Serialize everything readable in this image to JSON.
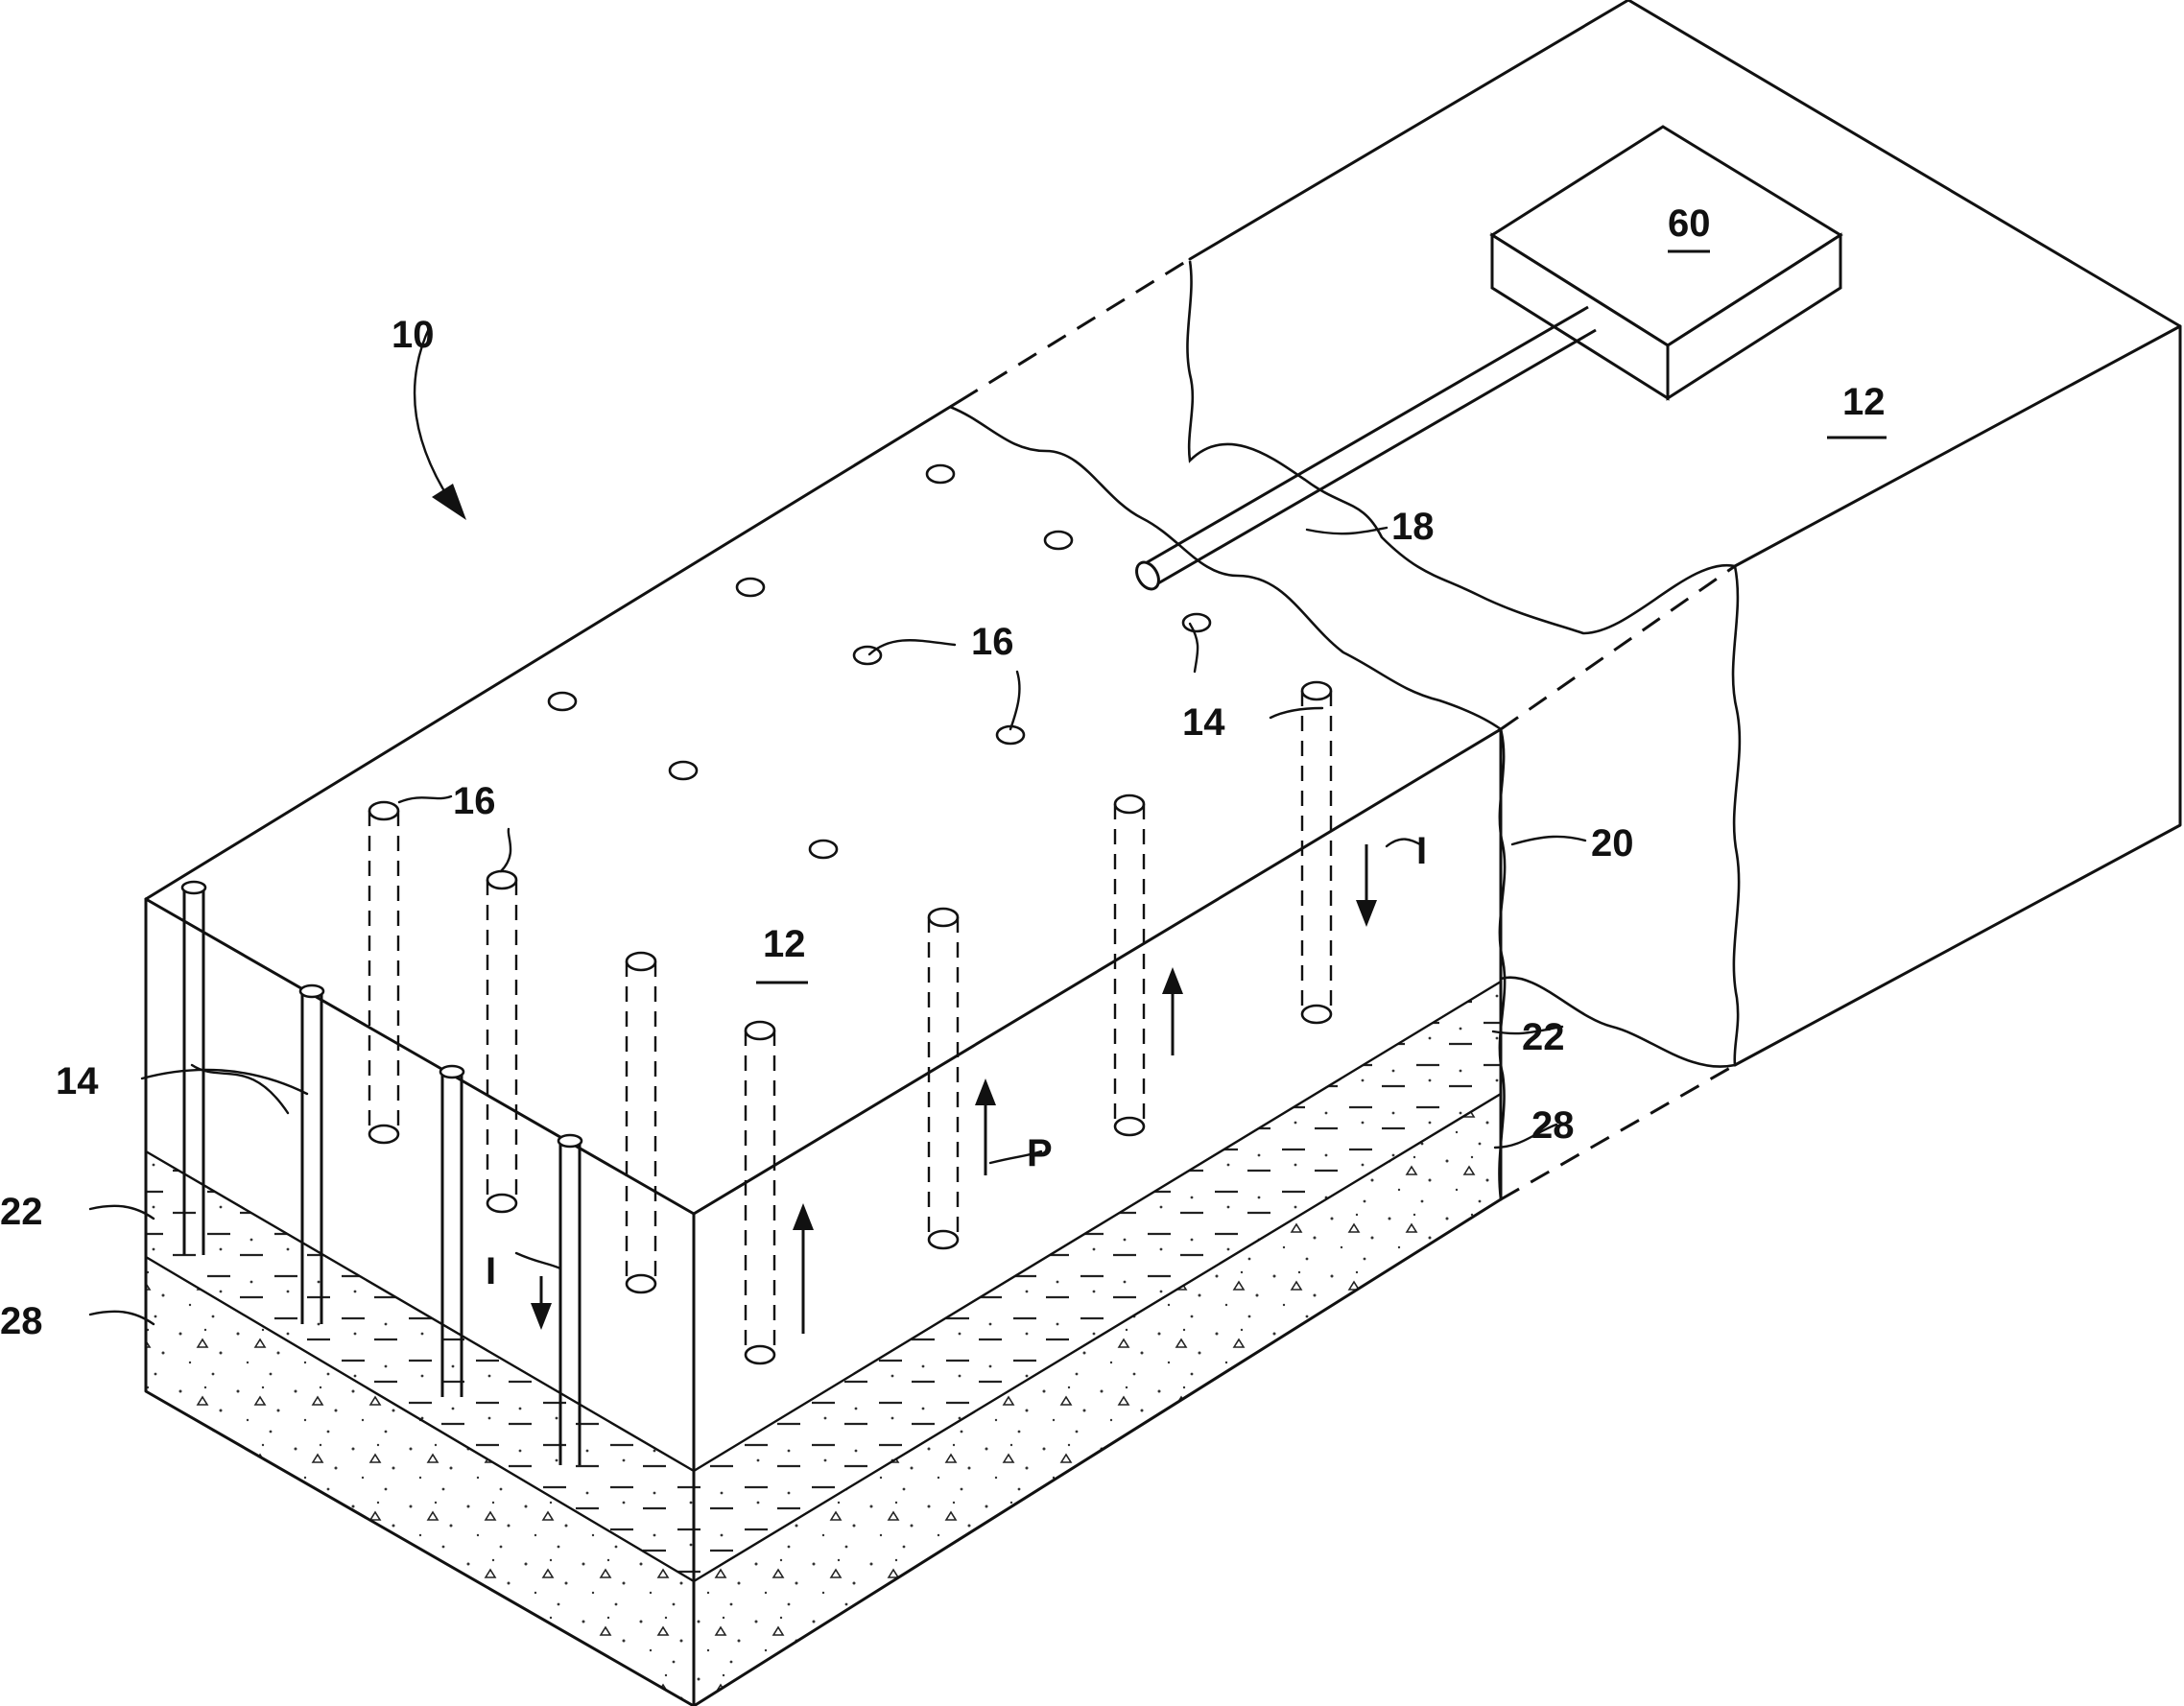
{
  "figure": {
    "labels": {
      "system": "10",
      "formation_top": "12",
      "formation_right": "12",
      "facility": "60",
      "pipe": "18",
      "heater_top": "14",
      "heater_front": "14",
      "producer_top_a": "16",
      "producer_top_b": "16",
      "producer_front": "16",
      "region": "20",
      "layer_right": "22",
      "layer_left": "22",
      "base_right": "28",
      "base_left": "28",
      "flow_p": "P",
      "flow_i_right": "I",
      "flow_i_left": "I"
    }
  }
}
